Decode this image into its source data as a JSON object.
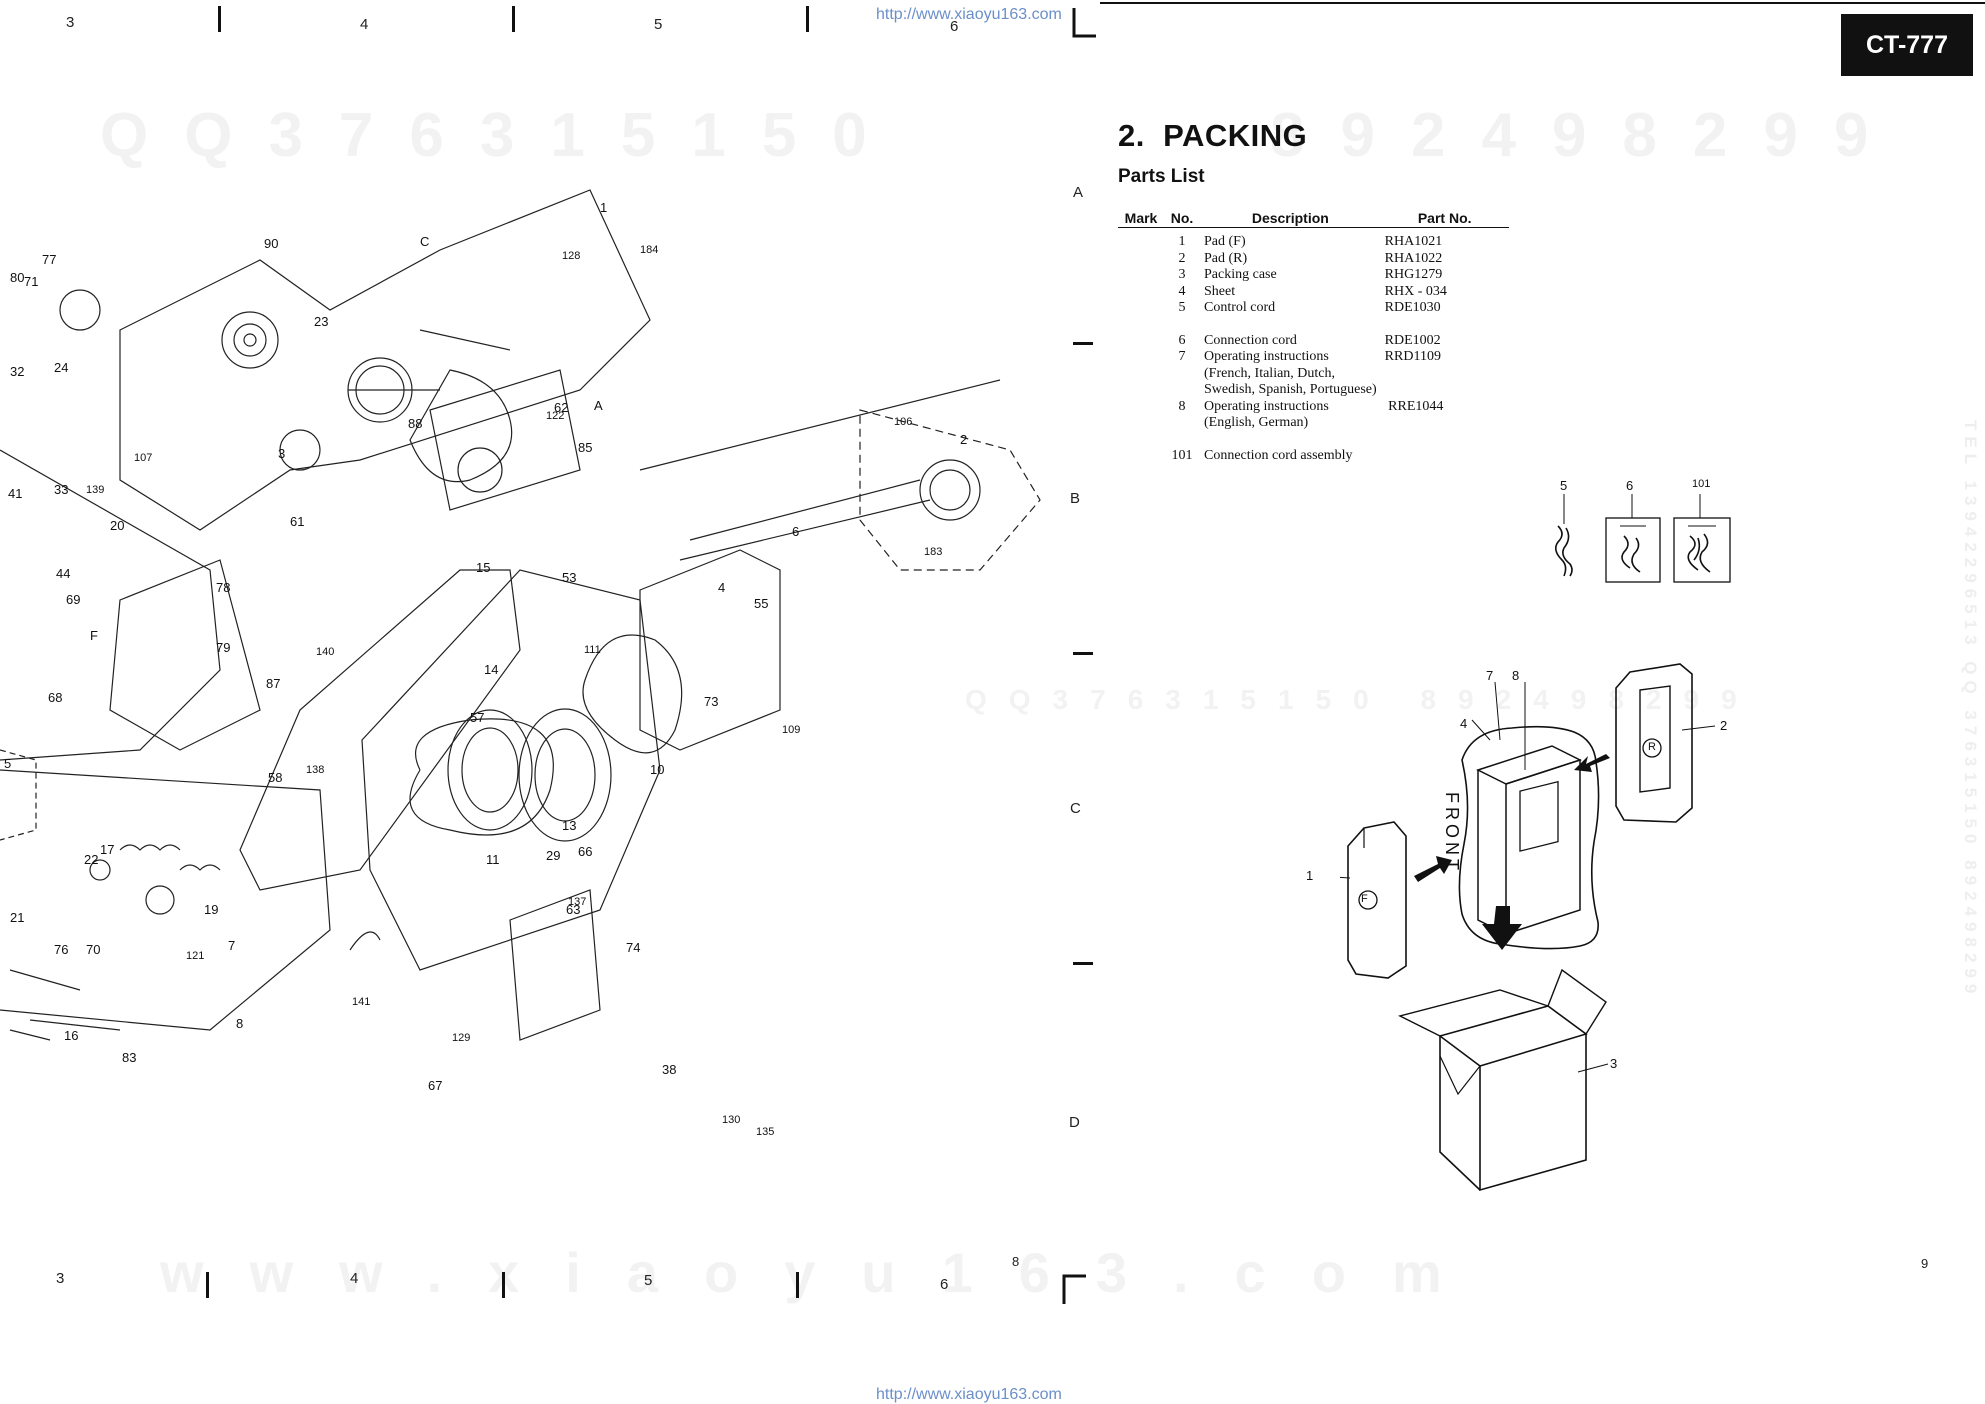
{
  "header": {
    "grid_numbers_top": [
      "3",
      "4",
      "5",
      "6"
    ],
    "grid_numbers_bottom": [
      "3",
      "4",
      "5",
      "6"
    ],
    "row_letters": [
      "A",
      "B",
      "C",
      "D"
    ],
    "url_top": "http://www.xiaoyu163.com",
    "url_bottom": "http://www.xiaoyu163.com",
    "model_badge": "CT-777"
  },
  "watermarks": {
    "top_left": "QQ376315150",
    "top_right": "892498299",
    "mid_right": "QQ376315150 892498299",
    "bottom": "www.xiaoyu163.com",
    "side_right": "TEL 13942296513 QQ 376315150 892498299"
  },
  "page_numbers": {
    "left": "8",
    "right": "9"
  },
  "section": {
    "number": "2.",
    "title": "PACKING",
    "subtitle": "Parts List"
  },
  "parts_table": {
    "headers": {
      "mark": "Mark",
      "no": "No.",
      "description": "Description",
      "part_no": "Part No."
    },
    "rows": [
      {
        "mark": "",
        "no": "1",
        "description": [
          "Pad (F)"
        ],
        "part_no": "RHA1021"
      },
      {
        "mark": "",
        "no": "2",
        "description": [
          "Pad (R)"
        ],
        "part_no": "RHA1022"
      },
      {
        "mark": "",
        "no": "3",
        "description": [
          "Packing case"
        ],
        "part_no": "RHG1279"
      },
      {
        "mark": "",
        "no": "4",
        "description": [
          "Sheet"
        ],
        "part_no": "RHX - 034"
      },
      {
        "mark": "",
        "no": "5",
        "description": [
          "Control cord"
        ],
        "part_no": "RDE1030"
      },
      {
        "gap": true
      },
      {
        "mark": "",
        "no": "6",
        "description": [
          "Connection cord"
        ],
        "part_no": "RDE1002"
      },
      {
        "mark": "",
        "no": "7",
        "description": [
          "Operating instructions",
          "(French, Italian, Dutch,",
          "Swedish, Spanish, Portuguese)"
        ],
        "part_no": "RRD1109"
      },
      {
        "mark": "",
        "no": "8",
        "description": [
          "Operating instructions",
          "(English, German)"
        ],
        "part_no": "RRE1044",
        "part_no_line": 2
      },
      {
        "gap": true
      },
      {
        "mark": "",
        "no": "101",
        "description": [
          "Connection cord assembly"
        ],
        "part_no": ""
      }
    ]
  },
  "packing_diagram": {
    "accessory_labels": [
      "5",
      "6",
      "101"
    ],
    "labels": {
      "l1": "1",
      "l2": "2",
      "l3": "3",
      "l4": "4",
      "l7": "7",
      "l8": "8"
    },
    "pad_front_mark": "F",
    "pad_rear_mark": "R",
    "sheet_text": "FRONT"
  },
  "exploded_view": {
    "callouts": [
      "1",
      "2",
      "3",
      "4",
      "5",
      "6",
      "7",
      "8",
      "10",
      "11",
      "13",
      "14",
      "15",
      "16",
      "17",
      "19",
      "20",
      "21",
      "22",
      "23",
      "24",
      "29",
      "32",
      "33",
      "38",
      "41",
      "44",
      "53",
      "55",
      "57",
      "58",
      "61",
      "62",
      "63",
      "66",
      "67",
      "68",
      "69",
      "70",
      "71",
      "73",
      "74",
      "76",
      "77",
      "78",
      "79",
      "80",
      "83",
      "85",
      "87",
      "88",
      "90",
      "106",
      "107",
      "109",
      "111",
      "121",
      "122",
      "128",
      "129",
      "130",
      "135",
      "137",
      "138",
      "139",
      "140",
      "141",
      "183",
      "184",
      "A",
      "C",
      "F"
    ]
  }
}
